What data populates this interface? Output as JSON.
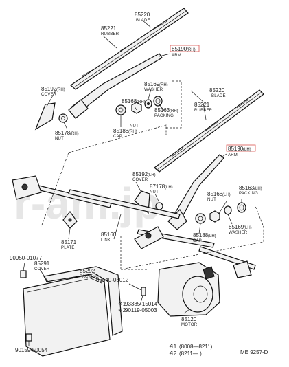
{
  "watermark": "r-am.jp",
  "diagram_code": "ME 9257-D",
  "parts": {
    "blade_rh": {
      "number": "85220",
      "desc": "BLADE"
    },
    "rubber_rh": {
      "number": "85221",
      "desc": "RUBBER"
    },
    "arm_rh": {
      "number": "85190",
      "side": "(RH)",
      "desc": "ARM"
    },
    "cover_rh": {
      "number": "85192",
      "side": "(RH)",
      "desc": "COVER"
    },
    "washer_rh": {
      "number": "85169",
      "side": "(RH)",
      "desc": "WASHER"
    },
    "nut_168_rh": {
      "number": "85168",
      "side": "(RH)",
      "desc": "NUT"
    },
    "packing_rh": {
      "number": "85163",
      "side": "(RH)",
      "desc": "PACKING"
    },
    "cap_rh": {
      "number": "85188",
      "side": "(RH)",
      "desc": "CAP"
    },
    "nut_178_rh": {
      "number": "85178",
      "side": "(RH)",
      "desc": "NUT"
    },
    "blade_lh": {
      "number": "85220",
      "desc": "BLADE"
    },
    "rubber_lh": {
      "number": "85221",
      "desc": "RUBBER"
    },
    "arm_lh": {
      "number": "85190",
      "side": "(LH)",
      "desc": "ARM"
    },
    "cover_lh": {
      "number": "85192",
      "side": "(LH)",
      "desc": "COVER"
    },
    "nut_178_lh": {
      "number": "87178",
      "side": "(LH)",
      "desc": "NUT"
    },
    "nut_168_lh": {
      "number": "85168",
      "side": "(LH)",
      "desc": "NUT"
    },
    "packing_lh": {
      "number": "85163",
      "side": "(LH)",
      "desc": "PACKING"
    },
    "washer_lh": {
      "number": "85169",
      "side": "(LH)",
      "desc": "WASHER"
    },
    "cap_lh": {
      "number": "85188",
      "side": "(LH)",
      "desc": "CAP"
    },
    "plate": {
      "number": "85171",
      "desc": "PLATE"
    },
    "link": {
      "number": "85160",
      "desc": "LINK"
    },
    "bolt_top": {
      "number": "90950-01077"
    },
    "cover_motor": {
      "number": "85291",
      "desc": "COVER"
    },
    "packing_motor": {
      "number": "85292",
      "desc": "PACKING"
    },
    "screw": {
      "number": "93540-05012"
    },
    "bolt_alt_1": {
      "mark": "※1",
      "number": "93385-15014"
    },
    "bolt_alt_2": {
      "mark": "※2",
      "number": "90119-05003"
    },
    "motor": {
      "number": "85120",
      "desc": "MOTOR"
    },
    "bolt_bottom": {
      "number": "90159-50054"
    }
  },
  "footnotes": [
    {
      "mark": "※1",
      "text": "(8008—8211)"
    },
    {
      "mark": "※2",
      "text": "(8211—    )"
    }
  ]
}
